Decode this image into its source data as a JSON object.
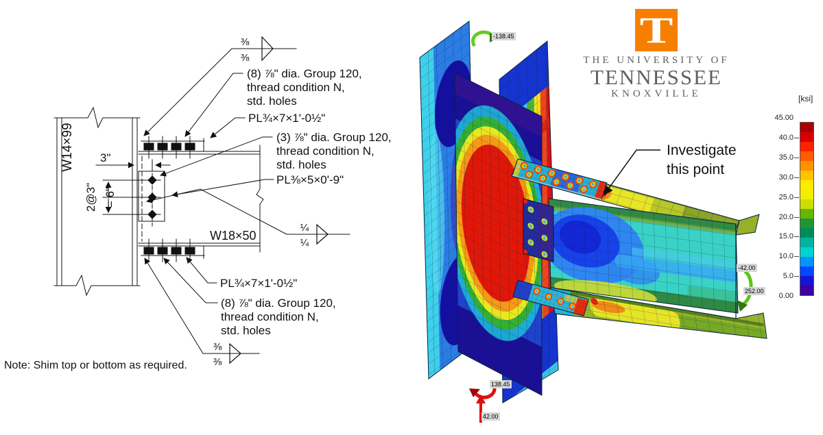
{
  "drawing": {
    "column_label": "W14×99",
    "beam_label": "W18×50",
    "note": "Note: Shim top or bottom as required.",
    "dims": {
      "offset": "3\"",
      "spacing": "2@3\"",
      "total": "= 6\""
    },
    "welds": {
      "top": [
        "⅜",
        "⅜"
      ],
      "middle": [
        "¼",
        "¼"
      ],
      "bottom": [
        "⅜",
        "⅜"
      ]
    },
    "callouts": {
      "top_bolts": [
        "(8) ⅞\" dia. Group 120,",
        "thread condition N,",
        "std. holes"
      ],
      "top_plate": "PL¾×7×1'-0½\"",
      "web_bolts": [
        "(3) ⅞\" dia. Group 120,",
        "thread condition N,",
        "std. holes"
      ],
      "web_plate": "PL⅜×5×0'-9\"",
      "bottom_plate": "PL¾×7×1'-0½\"",
      "bottom_bolts": [
        "(8) ⅞\" dia. Group 120,",
        "thread condition N,",
        "std. holes"
      ]
    }
  },
  "logo": {
    "monogram": "T",
    "line1": "THE UNIVERSITY OF",
    "line2": "TENNESSEE",
    "line3": "KNOXVILLE",
    "orange": "#f77f00",
    "gray": "#5b6167"
  },
  "fea": {
    "annotation_line1": "Investigate",
    "annotation_line2": "this point",
    "loads": {
      "top_moment": {
        "value": "-138.45",
        "color": "#59c117"
      },
      "bottom_moment": {
        "value": "138.45",
        "color": "#e01010"
      },
      "bottom_force": {
        "value": "42.00",
        "color": "#e01010"
      },
      "right_shear": {
        "value": "-42.00",
        "color": "#59c117"
      },
      "right_moment": {
        "value": "252.00",
        "color": "#59c117"
      }
    }
  },
  "scale": {
    "unit": "[ksi]",
    "labels": [
      "45.00",
      "40.0",
      "35.0",
      "30.0",
      "25.0",
      "20.0",
      "15.0",
      "10.0",
      "5.0",
      "0.00"
    ],
    "colors": [
      "#aa0000",
      "#d80000",
      "#ff2000",
      "#ff5c00",
      "#ff9000",
      "#ffc400",
      "#ffea00",
      "#f2ee00",
      "#ccdf00",
      "#68b400",
      "#1e9632",
      "#008c5a",
      "#00b4a0",
      "#00d2d2",
      "#0096ff",
      "#0048ff",
      "#1414d2",
      "#3c00a0"
    ]
  }
}
